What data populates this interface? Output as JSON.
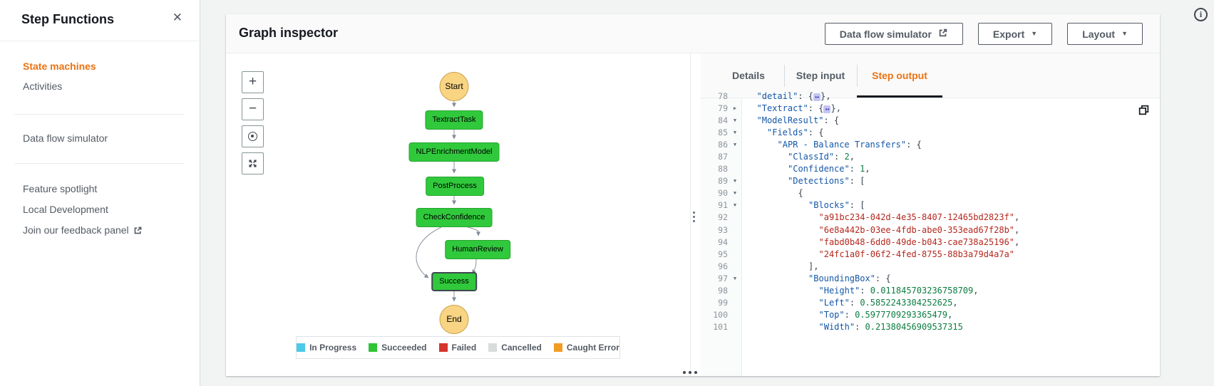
{
  "icons": {
    "close": "✕",
    "caret": "▼",
    "zoom_in": "+",
    "zoom_out": "−",
    "info": "i"
  },
  "sidebar": {
    "title": "Step Functions",
    "groups": [
      {
        "items": [
          {
            "label": "State machines",
            "active": true
          },
          {
            "label": "Activities",
            "active": false
          }
        ]
      },
      {
        "items": [
          {
            "label": "Data flow simulator",
            "active": false
          }
        ]
      },
      {
        "items": [
          {
            "label": "Feature spotlight",
            "active": false
          },
          {
            "label": "Local Development",
            "active": false
          },
          {
            "label": "Join our feedback panel",
            "active": false,
            "external": true
          }
        ]
      }
    ]
  },
  "inspector": {
    "title": "Graph inspector",
    "toolbar": {
      "data_flow_simulator": "Data flow simulator",
      "export": "Export",
      "layout": "Layout"
    },
    "graph": {
      "nodes": [
        {
          "label": "Start",
          "type": "start"
        },
        {
          "label": "TextractTask",
          "type": "task-succeeded"
        },
        {
          "label": "NLPEnrichmentModel",
          "type": "task-succeeded"
        },
        {
          "label": "PostProcess",
          "type": "task-succeeded"
        },
        {
          "label": "CheckConfidence",
          "type": "task-succeeded"
        },
        {
          "label": "HumanReview",
          "type": "task-succeeded"
        },
        {
          "label": "Success",
          "type": "task-succeeded-selected"
        },
        {
          "label": "End",
          "type": "end"
        }
      ],
      "colors": {
        "succeeded_fill": "#30c93c",
        "terminal_fill": "#f8d483",
        "edge": "#8a939e"
      },
      "legend": [
        {
          "label": "In Progress",
          "color": "#4dc9e9"
        },
        {
          "label": "Succeeded",
          "color": "#2fc435"
        },
        {
          "label": "Failed",
          "color": "#d5352c"
        },
        {
          "label": "Cancelled",
          "color": "#d9dcdc"
        },
        {
          "label": "Caught Error",
          "color": "#f29c24"
        }
      ]
    },
    "panel": {
      "tabs": [
        {
          "label": "Details",
          "active": false
        },
        {
          "label": "Step input",
          "active": false
        },
        {
          "label": "Step output",
          "active": true
        }
      ],
      "code_lines": [
        {
          "n": "78",
          "fold": "",
          "ind": 1,
          "tok": [
            [
              "k",
              "\"detail\""
            ],
            [
              "p",
              ": {"
            ],
            [
              "b",
              "↔"
            ],
            [
              "p",
              "},"
            ]
          ]
        },
        {
          "n": "79",
          "fold": "c",
          "ind": 1,
          "tok": [
            [
              "k",
              "\"Textract\""
            ],
            [
              "p",
              ": {"
            ],
            [
              "b",
              "↔"
            ],
            [
              "p",
              "},"
            ]
          ]
        },
        {
          "n": "84",
          "fold": "o",
          "ind": 1,
          "tok": [
            [
              "k",
              "\"ModelResult\""
            ],
            [
              "p",
              ": {"
            ]
          ]
        },
        {
          "n": "85",
          "fold": "o",
          "ind": 2,
          "tok": [
            [
              "k",
              "\"Fields\""
            ],
            [
              "p",
              ": {"
            ]
          ]
        },
        {
          "n": "86",
          "fold": "o",
          "ind": 3,
          "tok": [
            [
              "k",
              "\"APR - Balance Transfers\""
            ],
            [
              "p",
              ": {"
            ]
          ]
        },
        {
          "n": "87",
          "fold": "",
          "ind": 4,
          "tok": [
            [
              "k",
              "\"ClassId\""
            ],
            [
              "p",
              ": "
            ],
            [
              "n",
              "2"
            ],
            [
              "p",
              ","
            ]
          ]
        },
        {
          "n": "88",
          "fold": "",
          "ind": 4,
          "tok": [
            [
              "k",
              "\"Confidence\""
            ],
            [
              "p",
              ": "
            ],
            [
              "n",
              "1"
            ],
            [
              "p",
              ","
            ]
          ]
        },
        {
          "n": "89",
          "fold": "o",
          "ind": 4,
          "tok": [
            [
              "k",
              "\"Detections\""
            ],
            [
              "p",
              ": ["
            ]
          ]
        },
        {
          "n": "90",
          "fold": "o",
          "ind": 5,
          "tok": [
            [
              "p",
              "{"
            ]
          ]
        },
        {
          "n": "91",
          "fold": "o",
          "ind": 6,
          "tok": [
            [
              "k",
              "\"Blocks\""
            ],
            [
              "p",
              ": ["
            ]
          ]
        },
        {
          "n": "92",
          "fold": "",
          "ind": 7,
          "tok": [
            [
              "s",
              "\"a91bc234-042d-4e35-8407-12465bd2823f\""
            ],
            [
              "p",
              ","
            ]
          ]
        },
        {
          "n": "93",
          "fold": "",
          "ind": 7,
          "tok": [
            [
              "s",
              "\"6e8a442b-03ee-4fdb-abe0-353ead67f28b\""
            ],
            [
              "p",
              ","
            ]
          ]
        },
        {
          "n": "94",
          "fold": "",
          "ind": 7,
          "tok": [
            [
              "s",
              "\"fabd0b48-6dd0-49de-b043-cae738a25196\""
            ],
            [
              "p",
              ","
            ]
          ]
        },
        {
          "n": "95",
          "fold": "",
          "ind": 7,
          "tok": [
            [
              "s",
              "\"24fc1a0f-06f2-4fed-8755-88b3a79d4a7a\""
            ]
          ]
        },
        {
          "n": "96",
          "fold": "",
          "ind": 6,
          "tok": [
            [
              "p",
              "],"
            ]
          ]
        },
        {
          "n": "97",
          "fold": "o",
          "ind": 6,
          "tok": [
            [
              "k",
              "\"BoundingBox\""
            ],
            [
              "p",
              ": {"
            ]
          ]
        },
        {
          "n": "98",
          "fold": "",
          "ind": 7,
          "tok": [
            [
              "k",
              "\"Height\""
            ],
            [
              "p",
              ": "
            ],
            [
              "n",
              "0.011845703236758709"
            ],
            [
              "p",
              ","
            ]
          ]
        },
        {
          "n": "99",
          "fold": "",
          "ind": 7,
          "tok": [
            [
              "k",
              "\"Left\""
            ],
            [
              "p",
              ": "
            ],
            [
              "n",
              "0.5852243304252625"
            ],
            [
              "p",
              ","
            ]
          ]
        },
        {
          "n": "100",
          "fold": "",
          "ind": 7,
          "tok": [
            [
              "k",
              "\"Top\""
            ],
            [
              "p",
              ": "
            ],
            [
              "n",
              "0.5977709293365479"
            ],
            [
              "p",
              ","
            ]
          ]
        },
        {
          "n": "101",
          "fold": "",
          "ind": 7,
          "tok": [
            [
              "k",
              "\"Width\""
            ],
            [
              "p",
              ": "
            ],
            [
              "n",
              "0.21380456909537315"
            ]
          ]
        }
      ]
    }
  }
}
